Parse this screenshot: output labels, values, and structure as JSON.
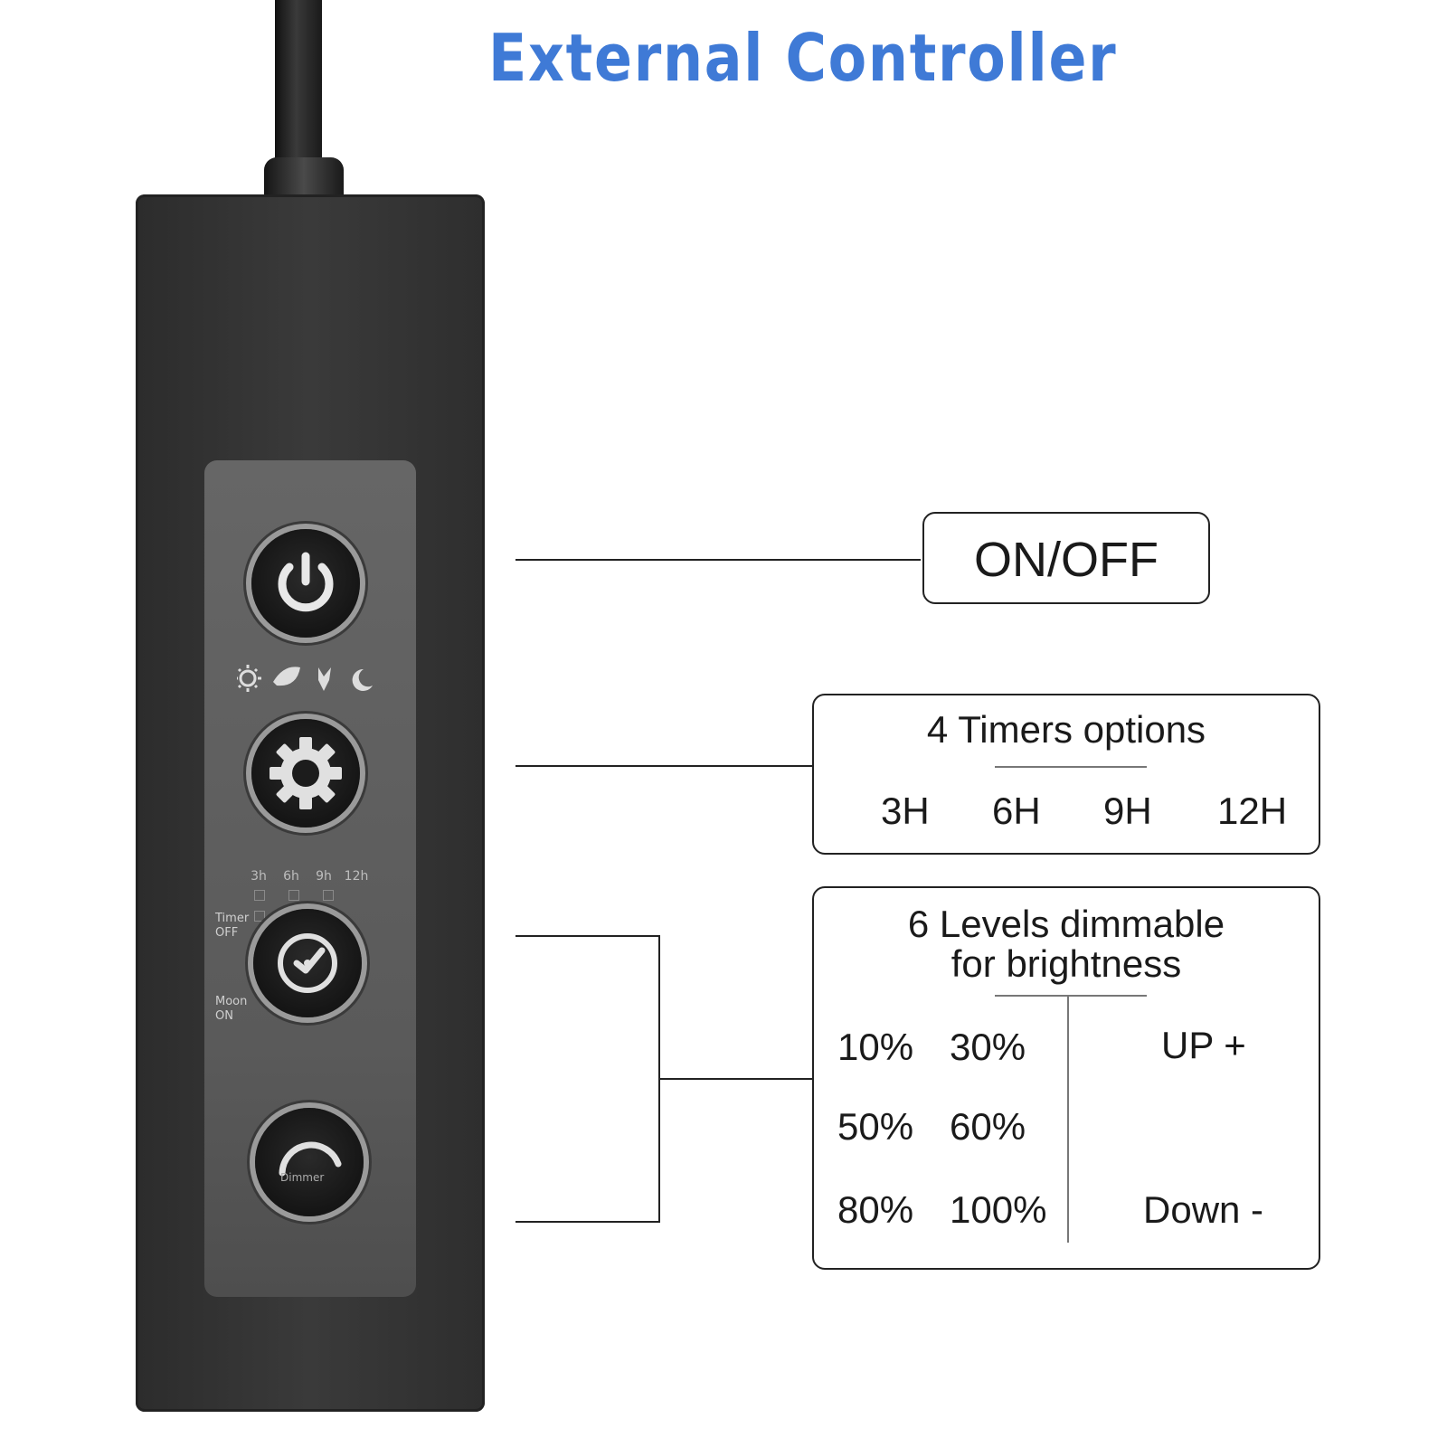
{
  "title": "External Controller",
  "controller": {
    "mode_icons": [
      "sun-icon",
      "leaf-icon",
      "plant-icon",
      "moon-icon"
    ],
    "timer_leds": [
      "3h",
      "6h",
      "9h",
      "12h"
    ],
    "timer_off_label": "Timer OFF",
    "moon_on_label": "Moon ON",
    "dimmer_label": "Dimmer"
  },
  "callouts": {
    "onoff": {
      "label": "ON/OFF"
    },
    "timers": {
      "heading": "4 Timers options",
      "options": [
        "3H",
        "6H",
        "9H",
        "12H"
      ]
    },
    "dimmable": {
      "heading_line1": "6 Levels dimmable",
      "heading_line2": "for brightness",
      "levels": [
        "10%",
        "30%",
        "50%",
        "60%",
        "80%",
        "100%"
      ],
      "up_label": "UP +",
      "down_label": "Down -"
    }
  },
  "colors": {
    "title": "#3f7ad6",
    "controller": "#333333",
    "panel": "#5f5f5f"
  }
}
